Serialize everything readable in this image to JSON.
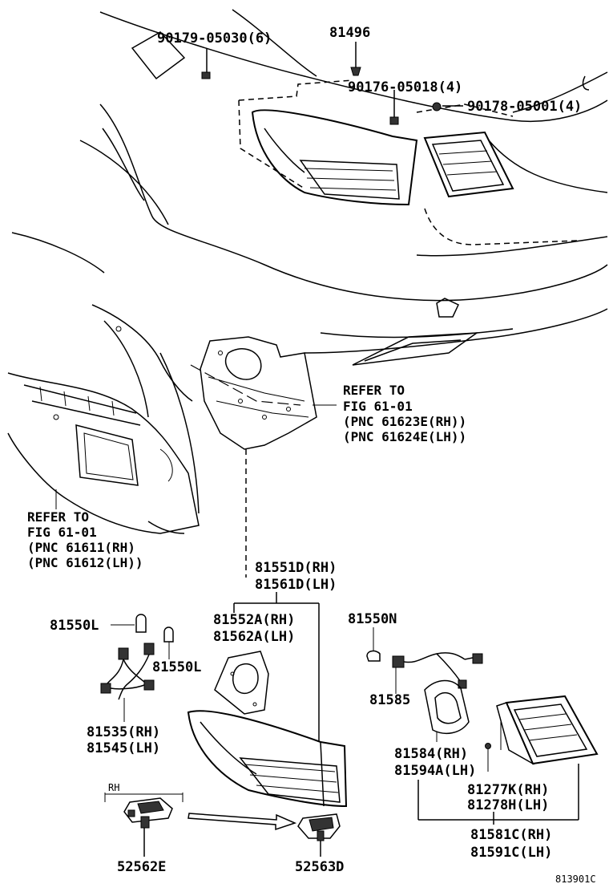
{
  "diagram": {
    "footer_code": "813901C",
    "labels": {
      "fastener_top_left": "90179-05030(6)",
      "clip_top": "81496",
      "fastener_mid": "90176-05018(4)",
      "fastener_right": "90178-05001(4)",
      "refer_rh_1": "REFER TO",
      "refer_rh_2": "FIG 61-01",
      "refer_rh_3": "(PNC 61623E(RH))",
      "refer_rh_4": "(PNC 61624E(LH))",
      "refer_lh_1": "REFER TO",
      "refer_lh_2": "FIG 61-01",
      "refer_lh_3": "(PNC 61611(RH)",
      "refer_lh_4": "(PNC 61612(LH))",
      "lamp_assy_rh": "81551D(RH)",
      "lamp_assy_lh": "81561D(LH)",
      "gasket_rh": "81552A(RH)",
      "gasket_lh": "81562A(LH)",
      "bulb_top": "81550L",
      "bulb_right": "81550L",
      "socket_rh": "81535(RH)",
      "socket_lh": "81545(LH)",
      "bulb_n": "81550N",
      "socket_85": "81585",
      "gasket2_rh": "81584(RH)",
      "gasket2_lh": "81594A(LH)",
      "nut_rh": "81277K(RH)",
      "nut_lh": "81278H(LH)",
      "inner_lamp_rh": "81581C(RH)",
      "inner_lamp_lh": "81591C(LH)",
      "rh_marker": "RH",
      "bracket_left": "52562E",
      "bracket_right": "52563D"
    }
  }
}
